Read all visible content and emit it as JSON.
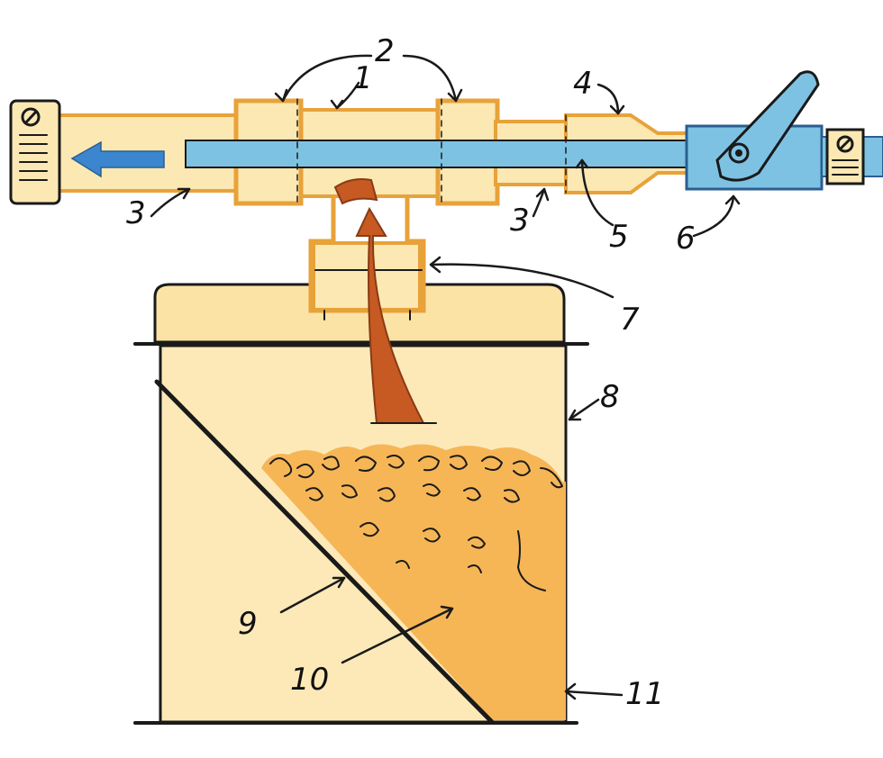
{
  "callouts": {
    "c1": "1",
    "c2": "2",
    "c3_left": "3",
    "c3_right": "3",
    "c4": "4",
    "c5": "5",
    "c6": "6",
    "c7": "7",
    "c8": "8",
    "c9": "9",
    "c10": "10",
    "c11": "11"
  },
  "colors": {
    "pipe_cream": "#fbe8b3",
    "pipe_outline": "#e8a23a",
    "water_blue": "#7ec2e3",
    "flow_arrow_blue": "#3c86cf",
    "suction_arrow": "#c65a22",
    "canister_body": "#fde9b8",
    "wax_fill": "#f6b656",
    "ink": "#1a1a1a"
  },
  "icons": {
    "left_end": "hose-fitting-icon",
    "right_end": "hose-fitting-icon",
    "valve": "valve-lever-icon",
    "flow_left": "arrow-left-icon",
    "flow_up": "arrow-up-icon"
  }
}
